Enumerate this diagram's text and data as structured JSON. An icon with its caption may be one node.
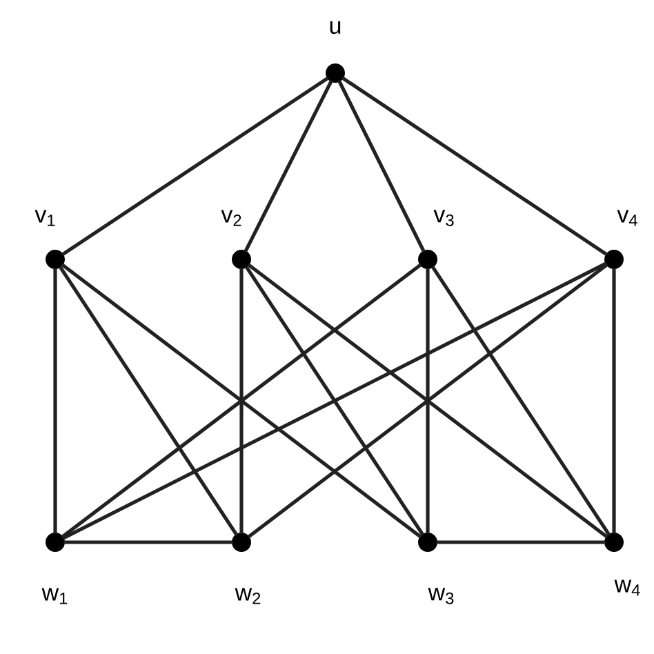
{
  "diagram": {
    "nodes": [
      {
        "text": [],
        "shape": "circle",
        "beside": [
          "u"
        ]
      },
      {
        "text": [],
        "shape": "circle",
        "beside": [
          "v$_{1}$"
        ]
      },
      {
        "text": [],
        "shape": "circle",
        "beside": [
          "v$_{2}$"
        ]
      },
      {
        "text": [],
        "shape": "circle",
        "beside": [
          "v$_{3}$"
        ]
      },
      {
        "text": [],
        "shape": "circle",
        "beside": [
          "v$_{4}$"
        ]
      },
      {
        "text": [],
        "shape": "circle",
        "beside": [
          "w$_{1}$"
        ]
      },
      {
        "text": [],
        "shape": "circle",
        "beside": [
          "w$_{2}$"
        ]
      },
      {
        "text": [],
        "shape": "circle",
        "beside": [
          "w$_{3}$"
        ]
      },
      {
        "text": [],
        "shape": "circle",
        "beside": [
          "w$_{4}$"
        ]
      }
    ],
    "edges": [
      {
        "from": 0,
        "to": 1,
        "arrow": "none"
      },
      {
        "from": 0,
        "to": 2,
        "arrow": "none"
      },
      {
        "from": 0,
        "to": 3,
        "arrow": "none"
      },
      {
        "from": 0,
        "to": 4,
        "arrow": "none"
      },
      {
        "from": 1,
        "to": 5,
        "arrow": "none"
      },
      {
        "from": 1,
        "to": 6,
        "arrow": "none"
      },
      {
        "from": 1,
        "to": 7,
        "arrow": "none"
      },
      {
        "from": 2,
        "to": 6,
        "arrow": "none"
      },
      {
        "from": 2,
        "to": 7,
        "arrow": "none"
      },
      {
        "from": 2,
        "to": 8,
        "arrow": "none"
      },
      {
        "from": 3,
        "to": 5,
        "arrow": "none"
      },
      {
        "from": 3,
        "to": 7,
        "arrow": "none"
      },
      {
        "from": 3,
        "to": 8,
        "arrow": "none"
      },
      {
        "from": 4,
        "to": 5,
        "arrow": "none"
      },
      {
        "from": 4,
        "to": 6,
        "arrow": "none"
      },
      {
        "from": 4,
        "to": 8,
        "arrow": "none"
      },
      {
        "from": 5,
        "to": 6,
        "arrow": "none"
      },
      {
        "from": 7,
        "to": 8,
        "arrow": "none"
      }
    ]
  }
}
